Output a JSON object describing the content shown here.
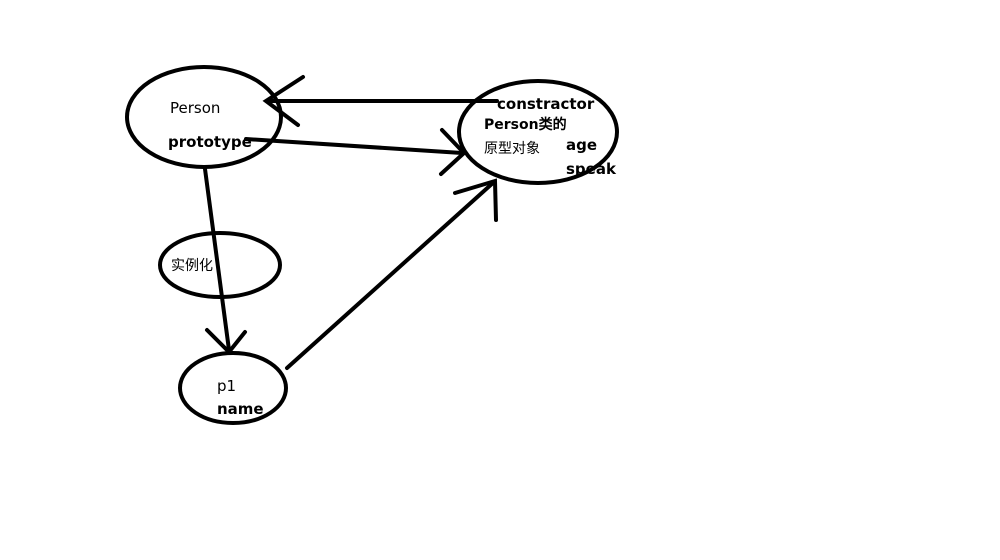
{
  "nodes": {
    "person": {
      "title": "Person",
      "property": "prototype"
    },
    "prototype_object": {
      "constructor_label": "constractor",
      "title_line1": "Person类的",
      "title_line2": "原型对象",
      "property1": "age",
      "property2": "speak"
    },
    "instantiate": {
      "label": "实例化"
    },
    "instance": {
      "title": "p1",
      "property": "name"
    }
  },
  "colors": {
    "stroke": "#000000",
    "background": "#ffffff"
  }
}
